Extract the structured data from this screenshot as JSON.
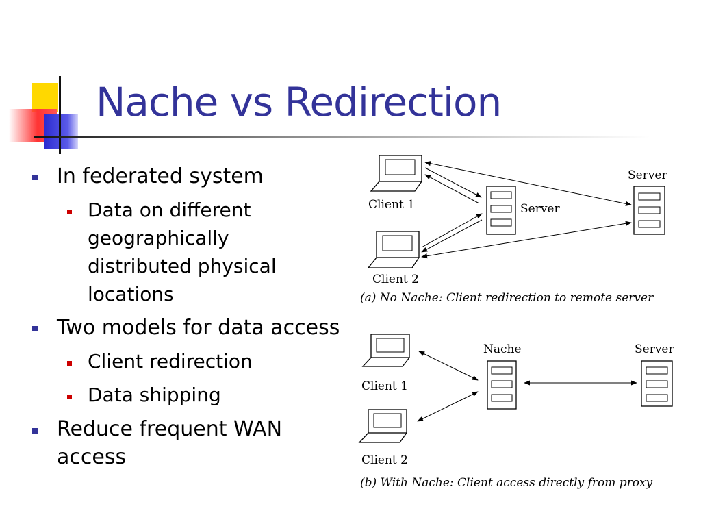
{
  "slide": {
    "title": "Nache vs Redirection",
    "bullets": {
      "b1": "In federated system",
      "b1_1_line1": "Data on different",
      "b1_1_line2": "geographically",
      "b1_1_line3": "distributed physical",
      "b1_1_line4": "locations",
      "b2": "Two models for data access",
      "b2_1": "Client redirection",
      "b2_2": "Data shipping",
      "b3_line1": "Reduce frequent WAN",
      "b3_line2": "access"
    }
  },
  "diagram_a": {
    "client1": "Client 1",
    "client2": "Client 2",
    "server_middle": "Server",
    "server_remote": "Server",
    "caption": "(a) No Nache: Client redirection to remote server"
  },
  "diagram_b": {
    "client1": "Client 1",
    "client2": "Client 2",
    "nache": "Nache",
    "server": "Server",
    "caption": "(b) With Nache: Client access directly from proxy"
  },
  "colors": {
    "title": "#333399",
    "bullet_level1": "#333399",
    "bullet_level2": "#cc0000"
  }
}
